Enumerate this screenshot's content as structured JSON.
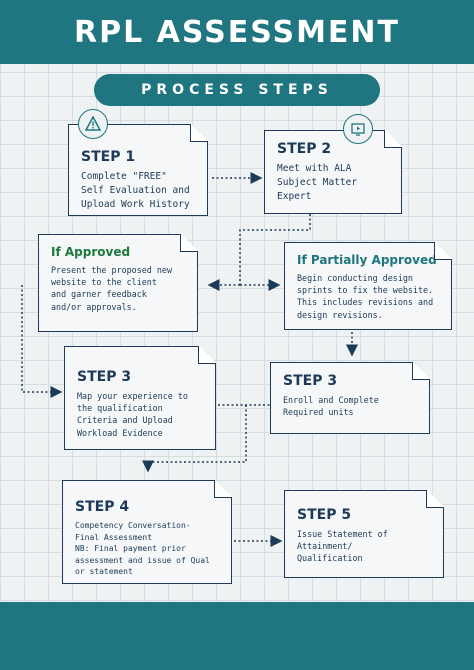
{
  "header": {
    "title": "RPL ASSESSMENT"
  },
  "subheader": {
    "label": "PROCESS STEPS"
  },
  "steps": {
    "step1": {
      "title": "STEP 1",
      "text": "Complete \"FREE\"\nSelf Evaluation and\nUpload Work History"
    },
    "step2": {
      "title": "STEP 2",
      "text": "Meet with ALA\nSubject Matter\nExpert"
    },
    "approved": {
      "title": "If Approved",
      "text": "Present the proposed new\nwebsite to the client\nand garner feedback\nand/or approvals."
    },
    "partial": {
      "title": "If Partially Approved",
      "text": "Begin conducting design\nsprints to fix the website.\nThis includes revisions and\ndesign revisions."
    },
    "step3a": {
      "title": "STEP 3",
      "text": "Map your experience to\nthe qualification\nCriteria and Upload\nWorkload Evidence"
    },
    "step3b": {
      "title": "STEP 3",
      "text": "Enroll and Complete\nRequired units"
    },
    "step4": {
      "title": "STEP 4",
      "text": "Competency Conversation-\nFinal Assessment\nNB: Final payment prior\nassessment and issue of Qual\nor statement"
    },
    "step5": {
      "title": "STEP 5",
      "text": "Issue Statement of\nAttainment/\nQualification"
    }
  },
  "icons": {
    "step1": "warning-icon",
    "step2": "video-screen-icon"
  },
  "colors": {
    "teal": "#1f7580",
    "navy": "#1d3a5a",
    "green": "#1c7a3a",
    "background": "#eef2f3"
  }
}
